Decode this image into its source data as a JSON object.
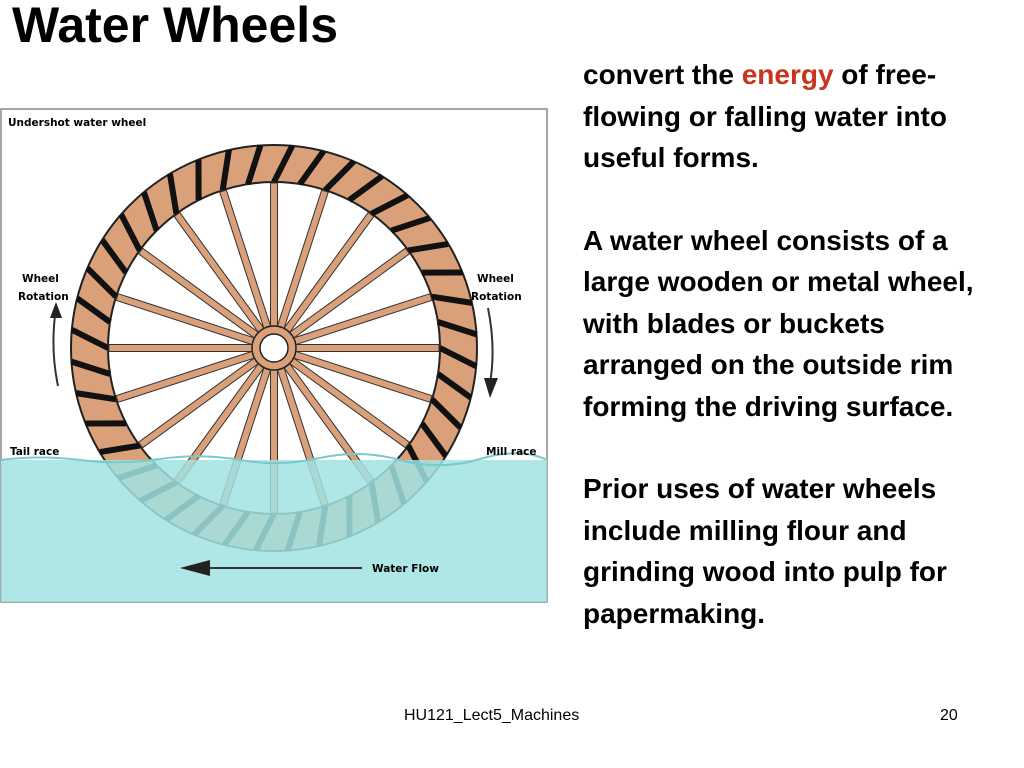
{
  "slide": {
    "title": "Water Wheels",
    "paragraphs": [
      {
        "before": "convert the ",
        "highlight": "energy",
        "after": " of free-flowing or falling water into useful forms."
      },
      {
        "text": "A water wheel consists of a large wooden or metal wheel, with blades or buckets arranged on the outside rim forming the driving surface."
      },
      {
        "text": "Prior uses of water wheels include milling flour and grinding wood into pulp for papermaking."
      }
    ],
    "footer": {
      "course": "HU121_Lect5_Machines",
      "page": "20"
    }
  },
  "figure": {
    "caption": "Undershot water wheel",
    "label_left_rotation_1": "Wheel",
    "label_left_rotation_2": "Rotation",
    "label_right_rotation_1": "Wheel",
    "label_right_rotation_2": "Rotation",
    "label_tail_race": "Tail race",
    "label_mill_race": "Mill race",
    "label_water_flow": "Water Flow"
  },
  "colors": {
    "rim": "#d9a07a",
    "water": "#a1e3e3",
    "accent": "#c8341c"
  }
}
